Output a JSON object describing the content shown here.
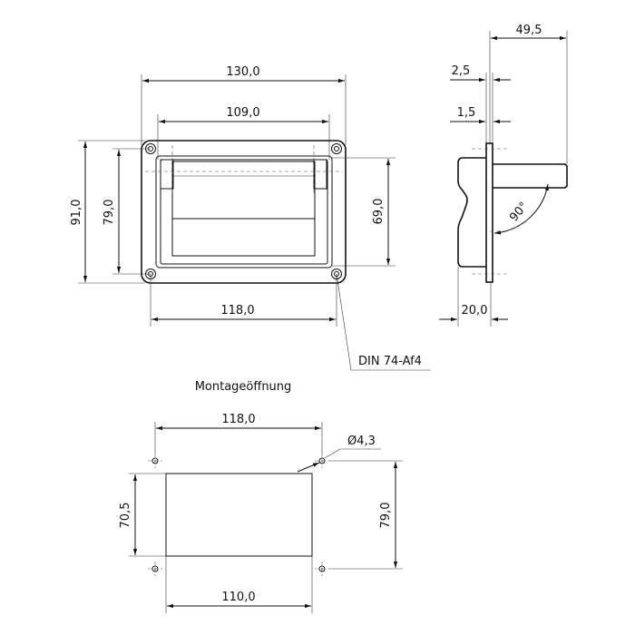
{
  "dimensions": {
    "top_width_outer": "130,0",
    "top_width_inner": "109,0",
    "height_outer": "91,0",
    "height_inner": "79,0",
    "height_handle": "69,0",
    "bottom_hole_spacing": "118,0",
    "side_total_depth": "49,5",
    "side_flange": "2,5",
    "side_gap": "1,5",
    "side_depth": "20,0",
    "angle": "90°"
  },
  "standard_label": "DIN 74-Af4",
  "mounting": {
    "title": "Montageöffnung",
    "hole_spacing_x": "118,0",
    "hole_diameter": "Ø4,3",
    "cutout_height": "70,5",
    "hole_spacing_y": "79,0",
    "cutout_width": "110,0"
  }
}
